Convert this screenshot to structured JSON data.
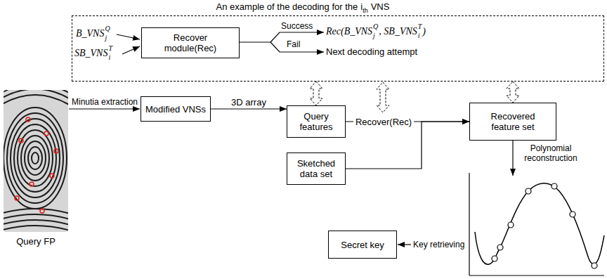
{
  "diagram": {
    "nodes": [
      {
        "text": [
          "An example of the decoding for the",
          "i",
          "th",
          "VNS"
        ]
      },
      {
        "text": [
          "Recover module(Rec)"
        ],
        "in": 0
      },
      {
        "text": [
          "Modified VNSs"
        ]
      },
      {
        "text": [
          "Query features"
        ]
      },
      {
        "text": [
          "Sketched data set"
        ]
      },
      {
        "text": [
          "Recovered feature set"
        ]
      },
      {
        "text": [
          "Secret key"
        ]
      }
    ],
    "edges": [
      {
        "from": 0,
        "to": 3,
        "arrow": "both"
      },
      {
        "from": 0,
        "to": 5,
        "arrow": "both"
      },
      {
        "from": 2,
        "to": 3,
        "arrow": "to",
        "label": "3D array"
      },
      {
        "from": 3,
        "to": 5,
        "arrow": "to",
        "label": "Recover(Rec)"
      },
      {
        "from": 4,
        "to": 5,
        "arrow": "to"
      }
    ],
    "labels": [
      "B_VNS",
      "Q",
      "j",
      "SB_VNS",
      "T",
      "i",
      "Success",
      "Fail",
      "Rec(B_VNS",
      "Q",
      "j",
      ", SB_VNS",
      "T",
      "i",
      ")",
      "Next decoding attempt",
      "Query FP",
      "Minutia extraction",
      "Polynomial reconstruction",
      "Key retrieving"
    ]
  }
}
